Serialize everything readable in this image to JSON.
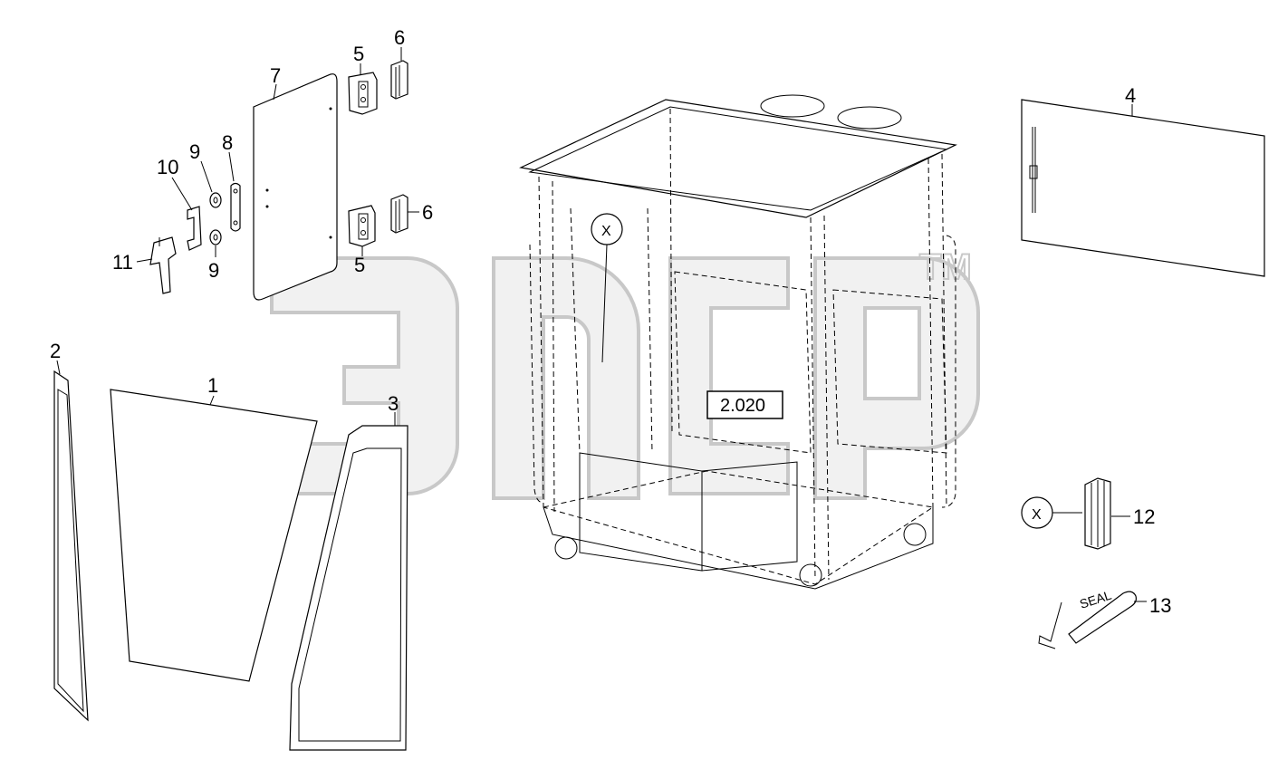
{
  "diagram": {
    "ref_box_label": "2.020",
    "detail_marker": "X",
    "seal_text": "SEAL",
    "watermark_tm": "TM",
    "callouts": {
      "p1": "1",
      "p2": "2",
      "p3": "3",
      "p4": "4",
      "p5a": "5",
      "p5b": "5",
      "p6a": "6",
      "p6b": "6",
      "p7": "7",
      "p8": "8",
      "p9a": "9",
      "p9b": "9",
      "p10": "10",
      "p11": "11",
      "p12": "12",
      "p13": "13"
    }
  }
}
